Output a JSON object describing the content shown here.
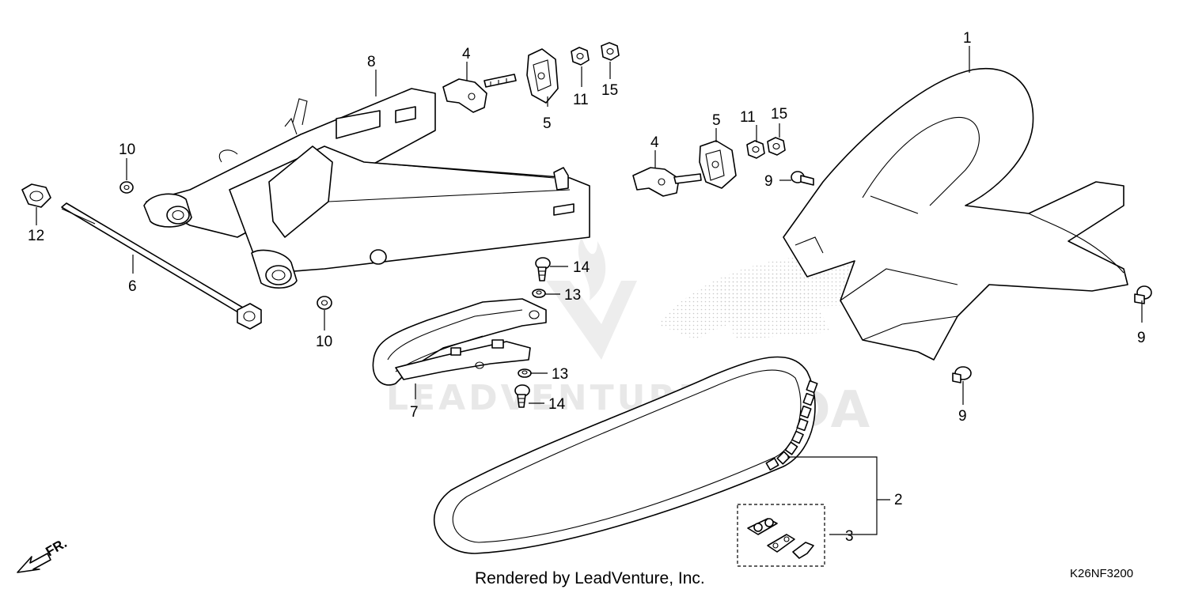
{
  "diagram": {
    "callouts": {
      "c1": "1",
      "c2": "2",
      "c3": "3",
      "c4a": "4",
      "c4b": "4",
      "c5a": "5",
      "c5b": "5",
      "c6": "6",
      "c7": "7",
      "c8": "8",
      "c9a": "9",
      "c9b": "9",
      "c9c": "9",
      "c10a": "10",
      "c10b": "10",
      "c11a": "11",
      "c11b": "11",
      "c12": "12",
      "c13a": "13",
      "c13b": "13",
      "c14a": "14",
      "c14b": "14",
      "c15a": "15",
      "c15b": "15"
    },
    "front_label": "FR.",
    "caption": "Rendered by LeadVenture, Inc.",
    "diagram_code": "K26NF3200",
    "watermark": "LEADVENTURE",
    "honda_watermark": "HONDA"
  }
}
